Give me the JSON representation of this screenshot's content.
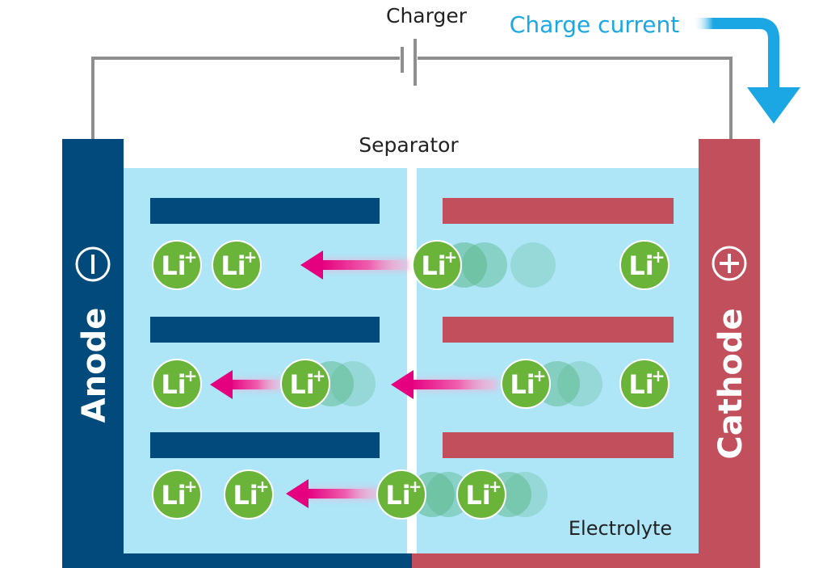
{
  "labels": {
    "charger": "Charger",
    "charge_current": "Charge current",
    "separator": "Separator",
    "electrolyte": "Electrolyte",
    "anode": "Anode",
    "cathode": "Cathode",
    "ion": "Li",
    "ion_charge": "+"
  },
  "colors": {
    "anode": "#004b7c",
    "cathode": "#c1505c",
    "electrolyte": "#aee6f8",
    "ion": "#6ab43a",
    "ion_trail": "#5cb88a",
    "arrow": "#e4007f",
    "current_arrow": "#1aa7e3",
    "wire": "#8e8e8e"
  }
}
